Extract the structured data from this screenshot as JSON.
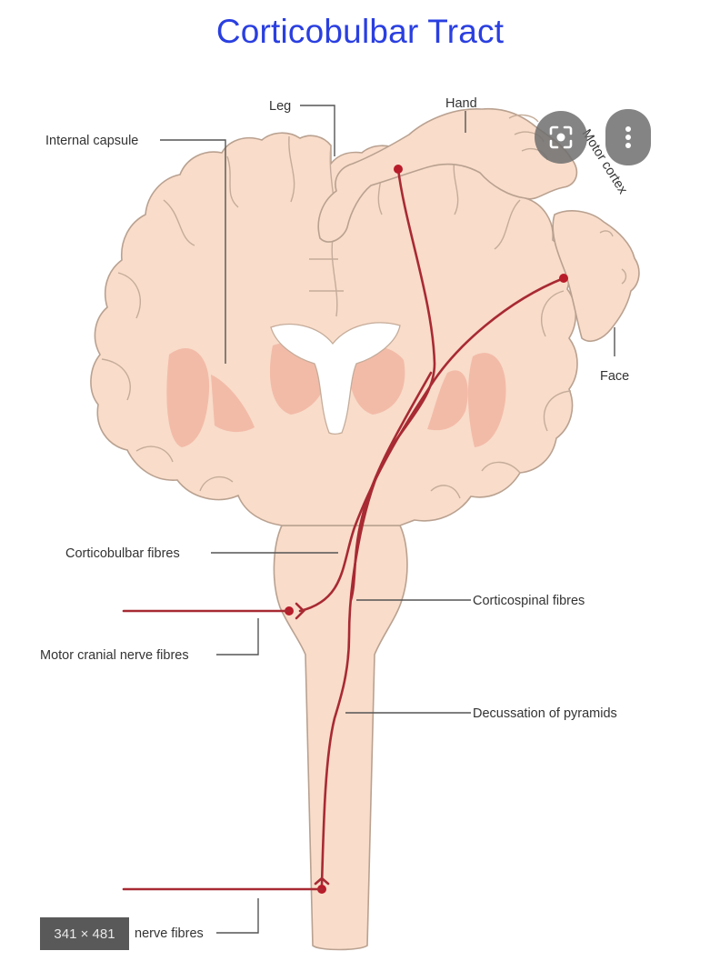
{
  "title": "Corticobulbar Tract",
  "labels": {
    "leg": "Leg",
    "hand": "Hand",
    "internal_capsule": "Internal capsule",
    "motor_cortex": "Motor cortex",
    "face": "Face",
    "corticobulbar_fibres": "Corticobulbar fibres",
    "corticospinal_fibres": "Corticospinal fibres",
    "motor_cranial_nerve_fibres": "Motor cranial nerve fibres",
    "decussation_of_pyramids": "Decussation of pyramids",
    "lower_nerve_fibres": "nerve fibres"
  },
  "overlay": {
    "lens_icon": "google-lens-icon",
    "more_icon": "more-vertical-icon",
    "size_badge": "341 × 481"
  },
  "colors": {
    "title": "#2a3fe0",
    "brain_tissue": "#f9dcca",
    "nuclei": "#f2bba8",
    "tract": "#a82a33"
  }
}
